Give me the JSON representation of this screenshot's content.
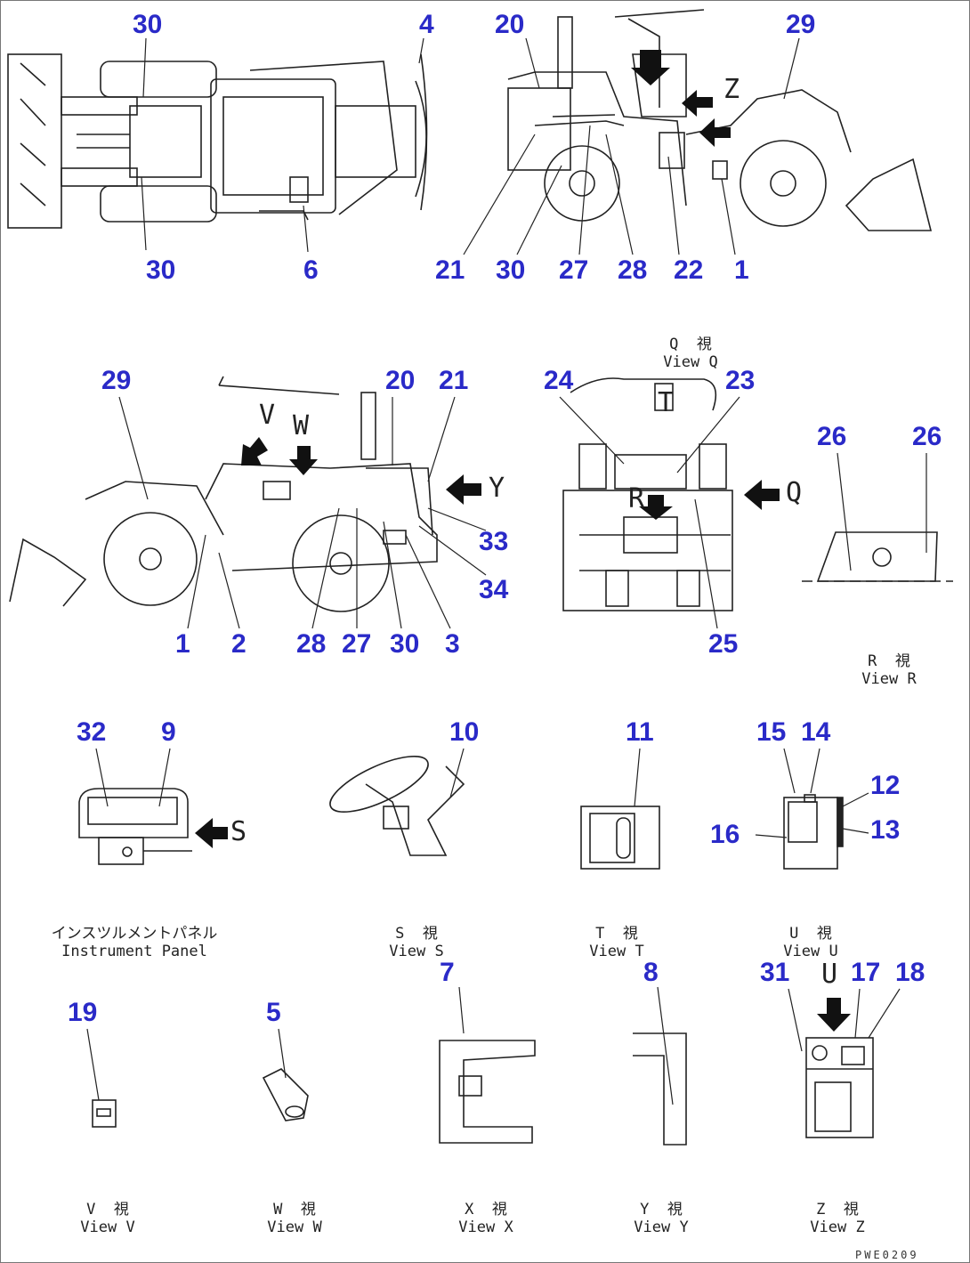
{
  "callouts": {
    "n30a": "30",
    "n4": "4",
    "n30b": "30",
    "n6": "6",
    "n20a": "20",
    "n29a": "29",
    "n21a": "21",
    "n30c": "30",
    "n27a": "27",
    "n28a": "28",
    "n22": "22",
    "n1a": "1",
    "n29b": "29",
    "n20b": "20",
    "n21b": "21",
    "n33": "33",
    "n34": "34",
    "n1b": "1",
    "n2": "2",
    "n28b": "28",
    "n27b": "27",
    "n30d": "30",
    "n3": "3",
    "n24": "24",
    "n23": "23",
    "n25": "25",
    "n26a": "26",
    "n26b": "26",
    "n32": "32",
    "n9": "9",
    "n10": "10",
    "n11": "11",
    "n15": "15",
    "n14": "14",
    "n12": "12",
    "n13": "13",
    "n16": "16",
    "n7": "7",
    "n8": "8",
    "n31": "31",
    "n17": "17",
    "n18": "18",
    "n19": "19",
    "n5": "5"
  },
  "view_labels": {
    "q": "Q",
    "v": "V",
    "w": "W",
    "y": "Y",
    "s": "S",
    "u": "U",
    "r": "R",
    "z": "Z"
  },
  "captions": {
    "view_q": {
      "jp": "Q  視",
      "en": "View Q"
    },
    "view_r": {
      "jp": "R  視",
      "en": "View R"
    },
    "instrument": {
      "jp": "インスツルメントパネル",
      "en": "Instrument Panel"
    },
    "view_s": {
      "jp": "S  視",
      "en": "View S"
    },
    "view_t": {
      "jp": "T  視",
      "en": "View T"
    },
    "view_u": {
      "jp": "U  視",
      "en": "View U"
    },
    "view_v": {
      "jp": "V  視",
      "en": "View V"
    },
    "view_w": {
      "jp": "W  視",
      "en": "View W"
    },
    "view_x": {
      "jp": "X  視",
      "en": "View X"
    },
    "view_y": {
      "jp": "Y  視",
      "en": "View Y"
    },
    "view_z": {
      "jp": "Z  視",
      "en": "View Z"
    }
  },
  "drawing_code": "PWE0209",
  "colors": {
    "callout": "#2a2ac8",
    "line": "#222222"
  }
}
